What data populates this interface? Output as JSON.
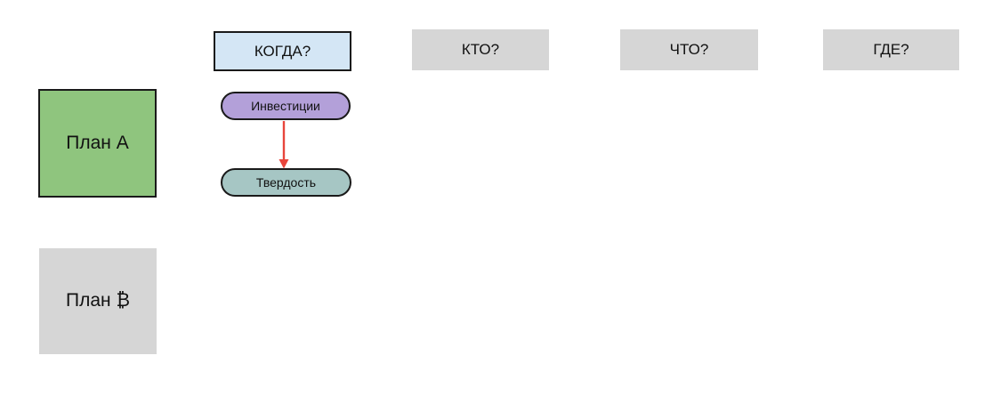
{
  "plans": [
    {
      "label": "План А",
      "fill": "#8fc57e",
      "bordered": true
    },
    {
      "label": "План ₿",
      "fill": "#d6d6d6",
      "bordered": false
    }
  ],
  "column_headers": [
    {
      "label": "КОГДА?",
      "fill": "#d4e6f5",
      "bordered": true
    },
    {
      "label": "КТО?",
      "fill": "#d6d6d6",
      "bordered": false
    },
    {
      "label": "ЧТО?",
      "fill": "#d6d6d6",
      "bordered": false
    },
    {
      "label": "ГДЕ?",
      "fill": "#d6d6d6",
      "bordered": false
    }
  ],
  "nodes": [
    {
      "label": "Инвестиции",
      "fill": "#b3a0d9"
    },
    {
      "label": "Твердость",
      "fill": "#a6c6c4"
    }
  ],
  "connector": {
    "from": "Инвестиции",
    "to": "Твердость",
    "color": "#e8453c",
    "direction": "down"
  },
  "colors": {
    "background": "#ffffff",
    "border": "#1a1a1a"
  }
}
